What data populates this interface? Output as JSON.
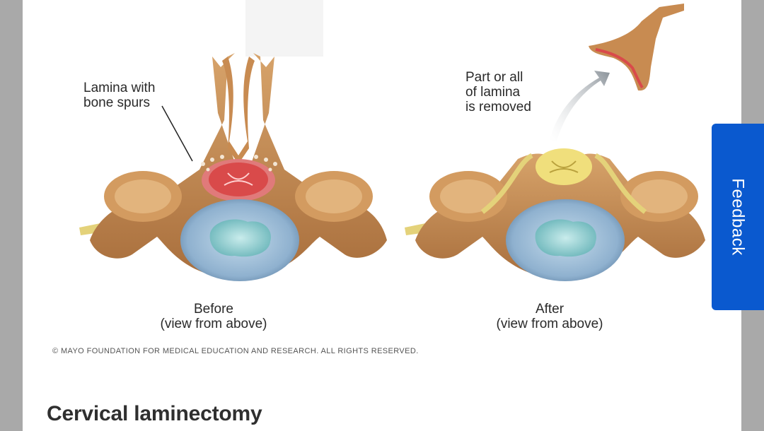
{
  "figure": {
    "before_label": "Lamina with\nbone spurs",
    "after_label": "Part or all\nof lamina\nis removed",
    "before_caption_line1": "Before",
    "before_caption_line2": "(view from above)",
    "after_caption_line1": "After",
    "after_caption_line2": "(view from above)",
    "copyright": "© MAYO FOUNDATION FOR MEDICAL EDUCATION AND RESEARCH. ALL RIGHTS RESERVED."
  },
  "article": {
    "heading": "Cervical laminectomy"
  },
  "feedback_tab": {
    "label": "Feedback"
  },
  "colors": {
    "page_background": "#a9a9a9",
    "content_background": "#ffffff",
    "feedback_blue": "#0a59cf",
    "bone": "#c8925a",
    "disc_blue": "#9ebdd6",
    "nerve_yellow": "#e3d27a",
    "spinal_cord_red": "#d94a4a"
  }
}
